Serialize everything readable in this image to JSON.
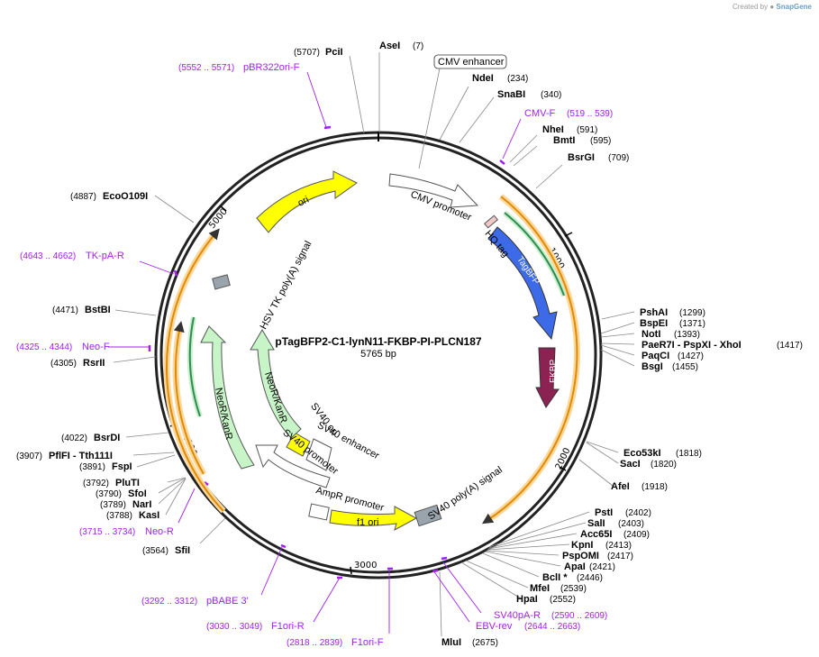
{
  "credit": {
    "prefix": "Created by",
    "brand": "SnapGene"
  },
  "plasmid": {
    "name": "pTagBFP2-C1-lynN11-FKBP-PI-PLCN187",
    "length": "5765 bp"
  },
  "ticks": [
    "1000",
    "2000",
    "3000",
    "4000",
    "5000"
  ],
  "sites": [
    {
      "name": "AseI",
      "pos": "(7)"
    },
    {
      "name": "PciI",
      "pos": "(5707)"
    },
    {
      "name": "NdeI",
      "pos": "(234)"
    },
    {
      "name": "SnaBI",
      "pos": "(340)"
    },
    {
      "name": "NheI",
      "pos": "(591)"
    },
    {
      "name": "BmtI",
      "pos": "(595)"
    },
    {
      "name": "BsrGI",
      "pos": "(709)"
    },
    {
      "name": "PshAI",
      "pos": "(1299)"
    },
    {
      "name": "BspEI",
      "pos": "(1371)"
    },
    {
      "name": "NotI",
      "pos": "(1393)"
    },
    {
      "name": "PaeR7I - PspXI - XhoI",
      "pos": "(1417)"
    },
    {
      "name": "PaqCI",
      "pos": "(1427)"
    },
    {
      "name": "BsgI",
      "pos": "(1455)"
    },
    {
      "name": "Eco53kI",
      "pos": "(1818)"
    },
    {
      "name": "SacI",
      "pos": "(1820)"
    },
    {
      "name": "AfeI",
      "pos": "(1918)"
    },
    {
      "name": "PstI",
      "pos": "(2402)"
    },
    {
      "name": "SalI",
      "pos": "(2403)"
    },
    {
      "name": "Acc65I",
      "pos": "(2409)"
    },
    {
      "name": "KpnI",
      "pos": "(2413)"
    },
    {
      "name": "PspOMI",
      "pos": "(2417)"
    },
    {
      "name": "ApaI",
      "pos": "(2421)"
    },
    {
      "name": "BclI *",
      "pos": "(2446)"
    },
    {
      "name": "MfeI",
      "pos": "(2539)"
    },
    {
      "name": "HpaI",
      "pos": "(2552)"
    },
    {
      "name": "MluI",
      "pos": "(2675)"
    },
    {
      "name": "SfiI",
      "pos": "(3564)"
    },
    {
      "name": "KasI",
      "pos": "(3788)"
    },
    {
      "name": "NarI",
      "pos": "(3789)"
    },
    {
      "name": "SfoI",
      "pos": "(3790)"
    },
    {
      "name": "PluTI",
      "pos": "(3792)"
    },
    {
      "name": "FspI",
      "pos": "(3891)"
    },
    {
      "name": "PflFI - Tth111I",
      "pos": "(3907)"
    },
    {
      "name": "BsrDI",
      "pos": "(4022)"
    },
    {
      "name": "RsrII",
      "pos": "(4305)"
    },
    {
      "name": "BstBI",
      "pos": "(4471)"
    },
    {
      "name": "EcoO109I",
      "pos": "(4887)"
    }
  ],
  "primers": [
    {
      "name": "pBR322ori-F",
      "range": "(5552 .. 5571)"
    },
    {
      "name": "CMV-F",
      "range": "(519 .. 539)"
    },
    {
      "name": "TK-pA-R",
      "range": "(4643 .. 4662)"
    },
    {
      "name": "Neo-F",
      "range": "(4325 .. 4344)"
    },
    {
      "name": "Neo-R",
      "range": "(3715 .. 3734)"
    },
    {
      "name": "pBABE 3'",
      "range": "(3292 .. 3312)"
    },
    {
      "name": "F1ori-R",
      "range": "(3030 .. 3049)"
    },
    {
      "name": "F1ori-F",
      "range": "(2818 .. 2839)"
    },
    {
      "name": "SV40pA-R",
      "range": "(2590 .. 2609)"
    },
    {
      "name": "EBV-rev",
      "range": "(2644 .. 2663)"
    }
  ],
  "features": {
    "cmv_enhancer": "CMV enhancer",
    "cmv_promoter": "CMV promoter",
    "hq_tag": "HQ tag",
    "tagbfp": "TagBFP",
    "fkbp": "FKBP",
    "sv40_polya": "SV40 poly(A) signal",
    "f1_ori": "f1 ori",
    "ampr_promoter": "AmpR promoter",
    "sv40_promoter": "SV40 promoter",
    "sv40_enhancer": "SV40 enhancer",
    "sv40_ori": "SV40 ori",
    "neor_inner": "NeoR/KanR",
    "neor_outer": "NeoR/KanR",
    "hsv_tk": "HSV TK poly(A) signal",
    "ori": "ori"
  },
  "colors": {
    "backbone": "#222222",
    "primer": "#a020f0",
    "ori": "#ffff00",
    "tagbfp": "#3d6be8",
    "fkbp": "#8b2252",
    "neor": "#c8f5c8",
    "orange_orf": "#e08a00",
    "green_orf": "#2e8b57",
    "grey_feature": "#9aa4ad"
  }
}
